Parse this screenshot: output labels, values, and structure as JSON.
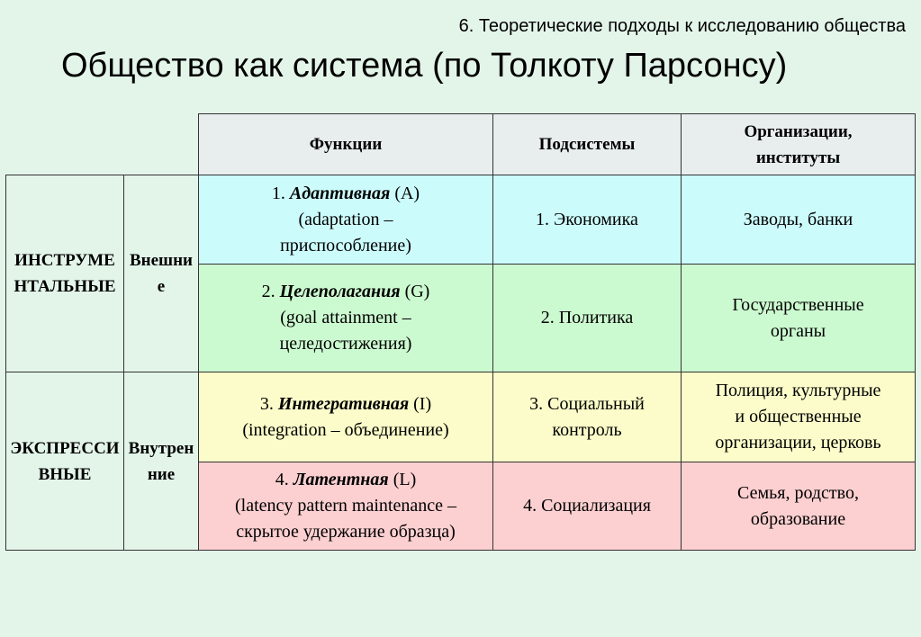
{
  "subtitle": "6. Теоретические подходы к исследованию общества",
  "title": "Общество как система (по Толкоту Парсонсу)",
  "headers": {
    "functions": "Функции",
    "subsystems": "Подсистемы",
    "organizations_1": "Организации,",
    "organizations_2": "институты"
  },
  "groups": [
    {
      "type_label": "ИНСТРУМЕНТАЛЬНЫЕ",
      "scope_label": "Внешние"
    },
    {
      "type_label": "ЭКСПРЕССИВНЫЕ",
      "scope_label": "Внутренние"
    }
  ],
  "rows": [
    {
      "num": "1.",
      "fname": "Адаптивная",
      "letter": "(A)",
      "desc_1": "(adaptation –",
      "desc_2": "приспособление)",
      "subsystem_1": "1. Экономика",
      "subsystem_2": "",
      "org_1": "Заводы, банки",
      "org_2": "",
      "org_3": "",
      "color": "#ccfbfc"
    },
    {
      "num": "2.",
      "fname": "Целеполагания",
      "letter": "(G)",
      "desc_1": "(goal attainment –",
      "desc_2": "целедостижения)",
      "subsystem_1": "2. Политика",
      "subsystem_2": "",
      "org_1": "Государственные",
      "org_2": "органы",
      "org_3": "",
      "color": "#ccfad0"
    },
    {
      "num": "3.",
      "fname": "Интегративная",
      "letter": "(I)",
      "desc_1": "(integration – объединение)",
      "desc_2": "",
      "subsystem_1": "3. Социальный",
      "subsystem_2": "контроль",
      "org_1": "Полиция, культурные",
      "org_2": "и общественные",
      "org_3": "организации, церковь",
      "color": "#fbfcc9"
    },
    {
      "num": "4.",
      "fname": "Латентная",
      "letter": "(L)",
      "desc_1": "(latency pattern maintenance –",
      "desc_2": "скрытое удержание образца)",
      "subsystem_1": "4. Социализация",
      "subsystem_2": "",
      "org_1": "Семья, родство,",
      "org_2": "образование",
      "org_3": "",
      "color": "#fccfd0"
    }
  ]
}
